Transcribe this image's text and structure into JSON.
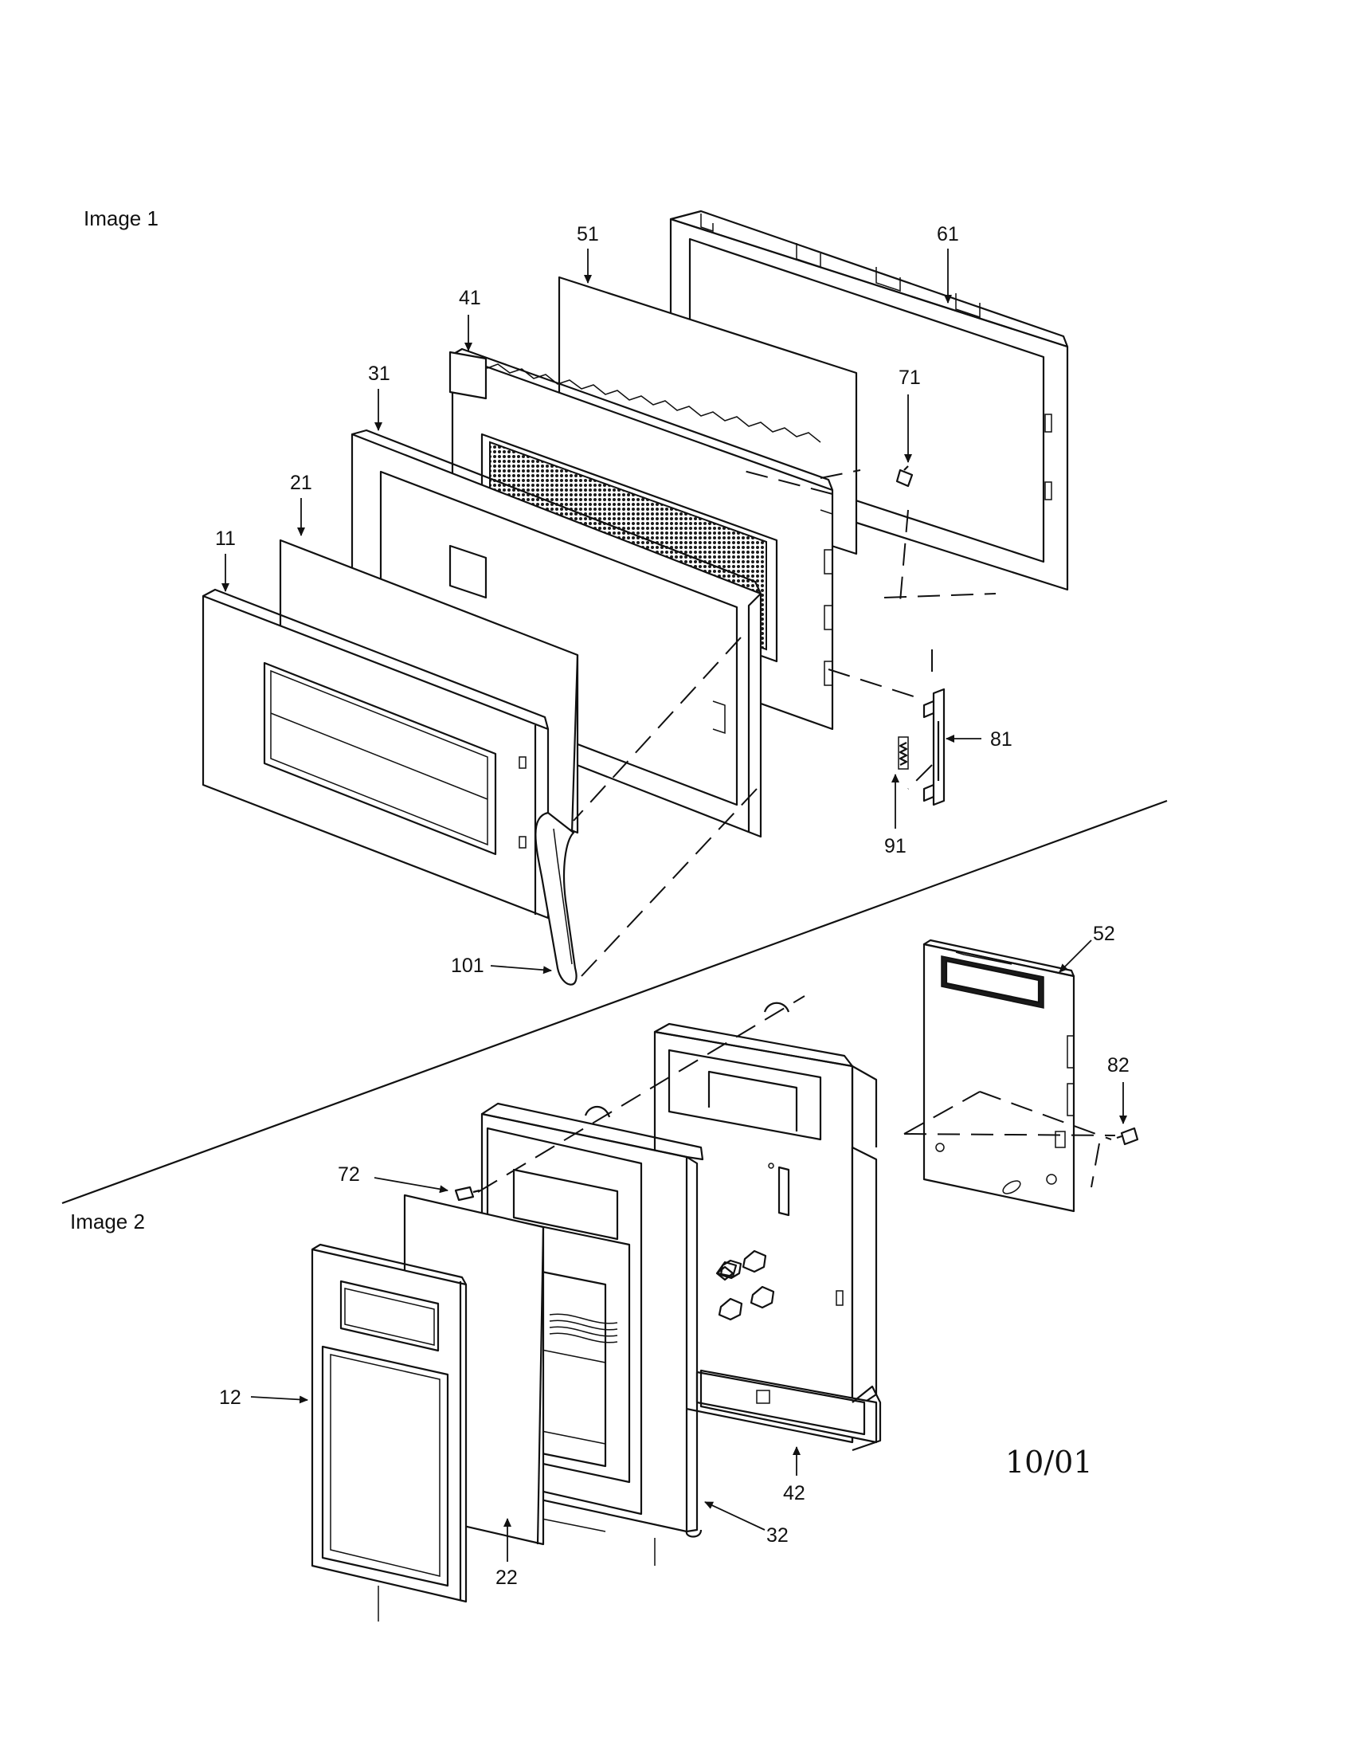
{
  "sections": {
    "image1": "Image 1",
    "image2": "Image 2"
  },
  "date": "10/01",
  "parts": {
    "p11": "11",
    "p21": "21",
    "p31": "31",
    "p41": "41",
    "p51": "51",
    "p61": "61",
    "p71": "71",
    "p81": "81",
    "p91": "91",
    "p101": "101",
    "p12": "12",
    "p22": "22",
    "p32": "32",
    "p42": "42",
    "p52": "52",
    "p72": "72",
    "p82": "82"
  },
  "colors": {
    "ink": "#111111",
    "paper": "#ffffff",
    "mesh": "#1a1a1a"
  }
}
